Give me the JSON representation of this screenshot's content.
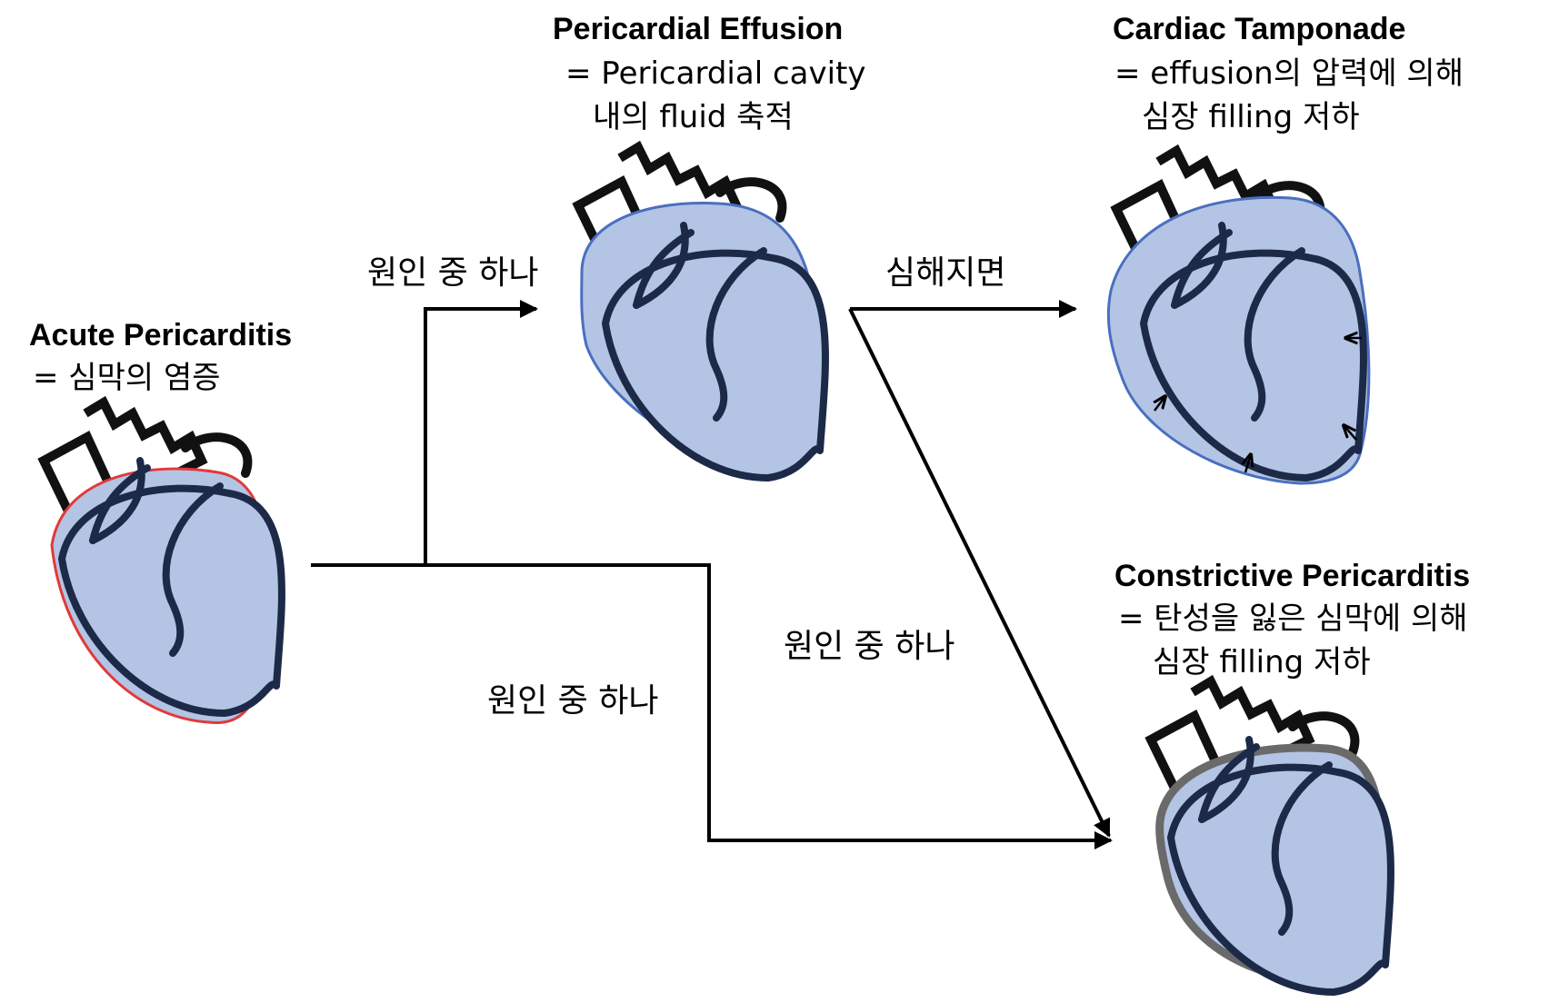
{
  "nodes": {
    "acute": {
      "title": "Acute Pericarditis",
      "desc": [
        "= 심막의 염증"
      ],
      "outline_color": "#e03a3a"
    },
    "effusion": {
      "title": "Pericardial Effusion",
      "desc": [
        "= Pericardial cavity",
        "내의 fluid 축적"
      ],
      "outline_color": "#4a6fc0"
    },
    "tamponade": {
      "title": "Cardiac Tamponade",
      "desc": [
        "= effusion의 압력에 의해",
        "심장 filling 저하"
      ],
      "outline_color": "#4a6fc0"
    },
    "constrictive": {
      "title": "Constrictive Pericarditis",
      "desc": [
        "= 탄성을 잃은 심막에 의해",
        "심장 filling 저하"
      ],
      "outline_color": "#6a6a6a"
    }
  },
  "edges": {
    "acute_to_effusion": "원인 중 하나",
    "effusion_to_tamponade": "심해지면",
    "effusion_to_constrictive": "원인 중 하나",
    "acute_to_constrictive": "원인 중 하나"
  },
  "colors": {
    "heart_fill": "#b4c4e4",
    "heart_line": "#1c2a48",
    "arrow": "#000000"
  }
}
